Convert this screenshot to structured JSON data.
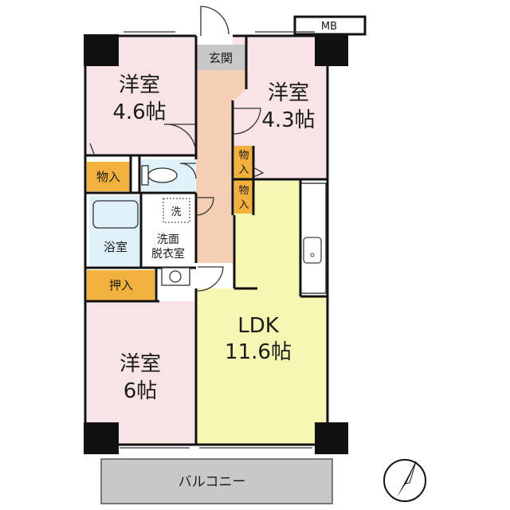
{
  "rooms": {
    "western_a": {
      "name": "洋室",
      "size": "4.6帖"
    },
    "western_b": {
      "name": "洋室",
      "size": "4.3帖"
    },
    "western_c": {
      "name": "洋室",
      "size": "6帖"
    },
    "ldk": {
      "name": "LDK",
      "size": "11.6帖"
    }
  },
  "labels": {
    "genkan": "玄関",
    "mb": "MB",
    "closet_left": "物入",
    "closet_right_top": "物",
    "closet_right_top2": "入",
    "closet_right_bottom": "物",
    "closet_right_bottom2": "入",
    "laundry": "洗",
    "bath": "浴室",
    "washroom_line1": "洗面",
    "washroom_line2": "脱衣室",
    "oshiire": "押入",
    "balcony": "バルコニー"
  },
  "colors": {
    "pink": "#f8e4e6",
    "yellow": "#f7f7b4",
    "peach": "#f5cfb3",
    "blue": "#dff2f9",
    "orange": "#f2b13d",
    "gray": "#c8c8c8",
    "wall": "#111111"
  }
}
